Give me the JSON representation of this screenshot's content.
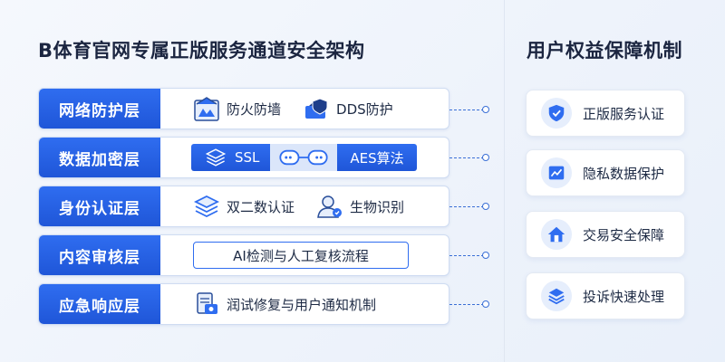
{
  "title": "B体育官网专属正版服务通道安全架构",
  "rights": {
    "title": "用户权益保障机制",
    "items": [
      {
        "label": "正版服务认证",
        "icon": "shield-check-icon"
      },
      {
        "label": "隐私数据保护",
        "icon": "data-protection-icon"
      },
      {
        "label": "交易安全保障",
        "icon": "secure-home-icon"
      },
      {
        "label": "投诉快速处理",
        "icon": "layered-stack-icon"
      }
    ]
  },
  "layers": [
    {
      "label": "网络防护层",
      "items": [
        {
          "label": "防火防墙",
          "icon": "firewall-icon"
        },
        {
          "label": "DDS防护",
          "icon": "ddos-protection-icon"
        }
      ]
    },
    {
      "label": "数据加密层",
      "items": [
        {
          "label": "SSL",
          "icon": "ssl-layers-icon"
        },
        {
          "label": "AES算法",
          "icon": "encryption-chain-icon"
        }
      ]
    },
    {
      "label": "身份认证层",
      "items": [
        {
          "label": "双二数认证",
          "icon": "two-factor-icon"
        },
        {
          "label": "生物识别",
          "icon": "biometric-user-icon"
        }
      ]
    },
    {
      "label": "内容审核层",
      "items": [
        {
          "label": "AI检测与人工复核流程"
        }
      ]
    },
    {
      "label": "应急响应层",
      "items": [
        {
          "label": "润试修复与用户通知机制",
          "icon": "emergency-doc-icon"
        }
      ]
    }
  ],
  "colors": {
    "primary": "#2f6df0",
    "accent_light": "#dbe6fa",
    "text": "#1d2a44"
  }
}
